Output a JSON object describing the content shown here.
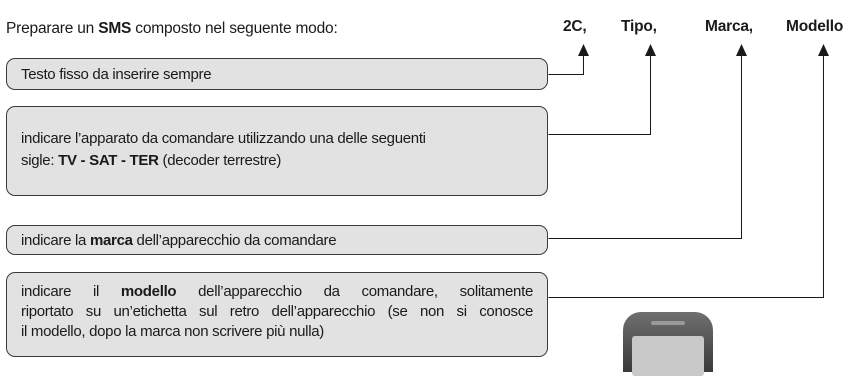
{
  "intro": {
    "before": "Preparare un ",
    "bold": "SMS",
    "after": " composto nel seguente modo:"
  },
  "header": {
    "code": "2C,",
    "tipo": "Tipo,",
    "marca": "Marca,",
    "modello": "Modello"
  },
  "boxes": {
    "fixed_text": "Testo fisso da inserire sempre",
    "device": {
      "line1": "indicare l’apparato da comandare utilizzando una delle seguenti",
      "line2_prefix": "sigle: ",
      "code_tv": "TV",
      "sep1": " - ",
      "code_sat": "SAT",
      "sep2": " - ",
      "code_ter": "TER",
      "line2_suffix": " (decoder terrestre)"
    },
    "brand": {
      "before": "indicare la ",
      "bold": "marca",
      "after": " dell’apparecchio da comandare"
    },
    "model": {
      "line1_before": "indicare il ",
      "line1_bold": "modello",
      "line1_after": " dell’apparecchio da comandare, solitamente",
      "line2": "riportato su un’etichetta sul retro dell’apparecchio (se non si conosce",
      "line3": "il modello, dopo la marca non scrivere più nulla)"
    }
  },
  "colors": {
    "box_fill": "#e2e2e2",
    "line": "#1a1a1a"
  }
}
